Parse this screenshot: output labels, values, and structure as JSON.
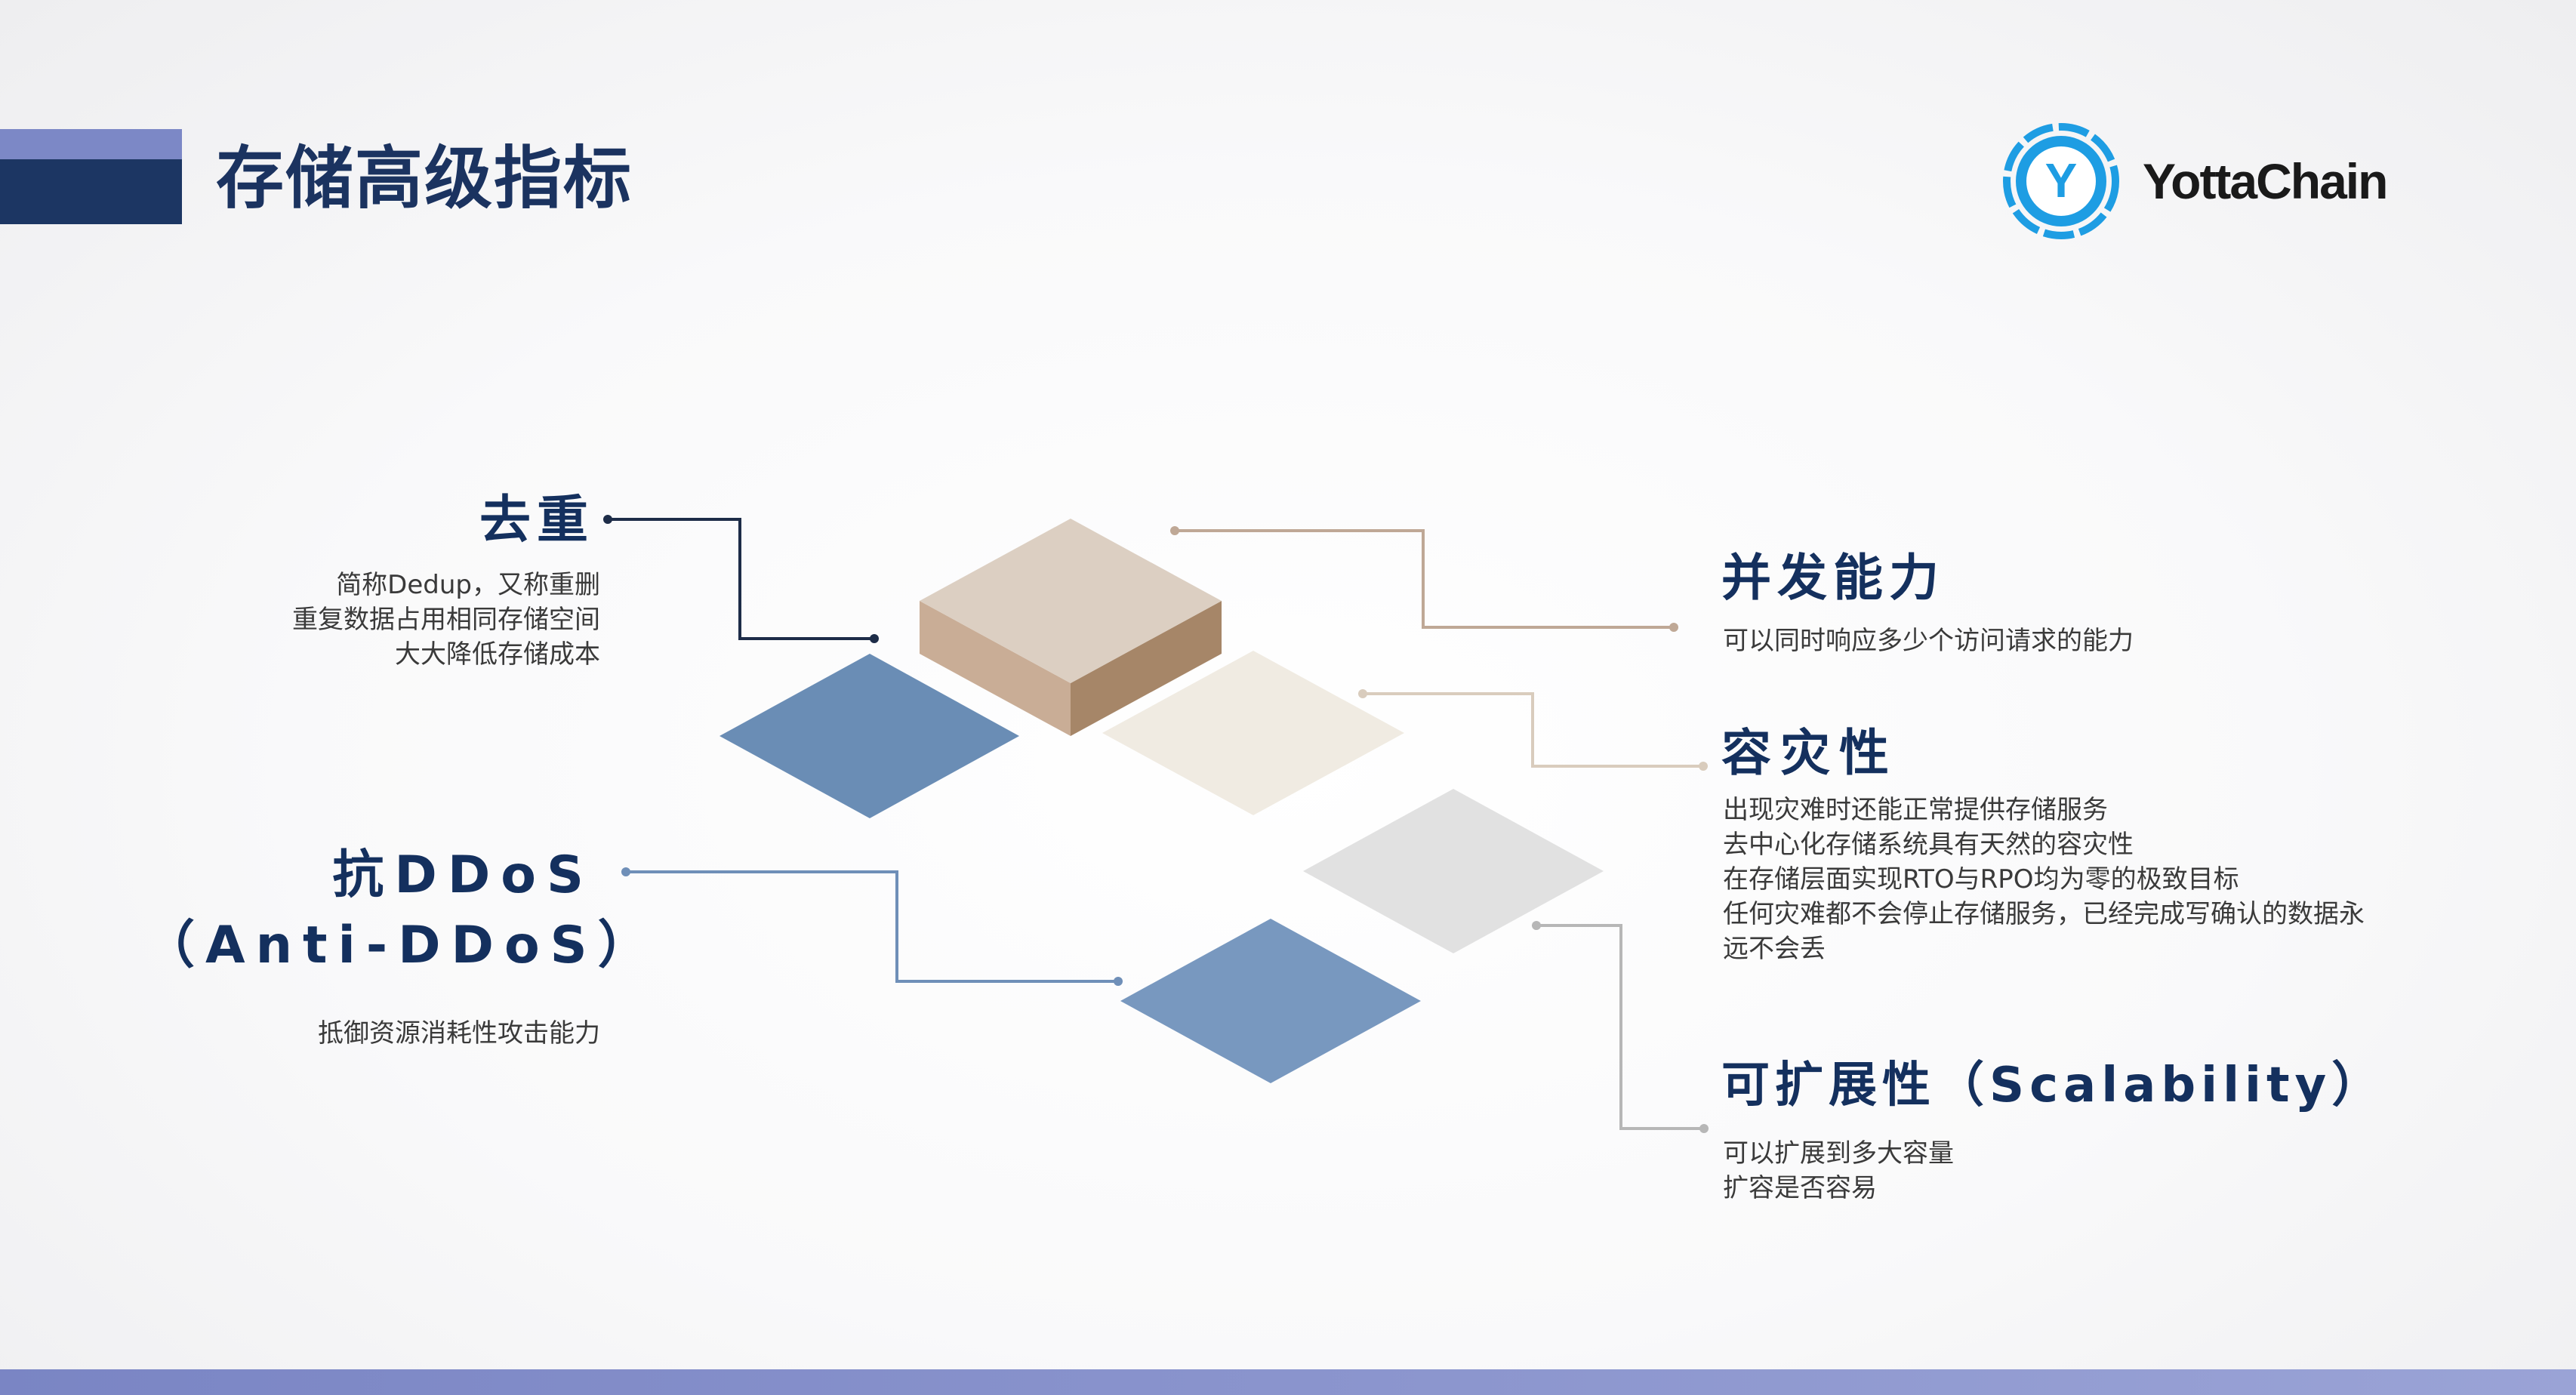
{
  "header": {
    "title": "存储高级指标",
    "logo_text": "YottaChain",
    "logo_letter": "Y"
  },
  "colors": {
    "navy": "#1c3663",
    "accent_purple": "#7c88c6",
    "logo_blue": "#1e9de3",
    "tile_blue": "#6a8db5",
    "tile_tan": "#dccfc2",
    "tile_cream": "#f0ebe2",
    "tile_gray": "#e1e1e1"
  },
  "left": {
    "dedup": {
      "title": "去重",
      "lines": [
        "简称Dedup，又称重删",
        "重复数据占用相同存储空间",
        "大大降低存储成本"
      ]
    },
    "ddos": {
      "title_line1": "抗DDoS",
      "title_line2": "（Anti-DDoS）",
      "lines": [
        "抵御资源消耗性攻击能力"
      ]
    }
  },
  "right": {
    "concurrency": {
      "title": "并发能力",
      "lines": [
        "可以同时响应多少个访问请求的能力"
      ]
    },
    "disaster": {
      "title": "容灾性",
      "lines": [
        "出现灾难时还能正常提供存储服务",
        "去中心化存储系统具有天然的容灾性",
        "在存储层面实现RTO与RPO均为零的极致目标",
        "任何灾难都不会停止存储服务，已经完成写确认的数据永",
        "远不会丢"
      ]
    },
    "scalability": {
      "title": "可扩展性（Scalability）",
      "lines": [
        "可以扩展到多大容量",
        "扩容是否容易"
      ]
    }
  }
}
